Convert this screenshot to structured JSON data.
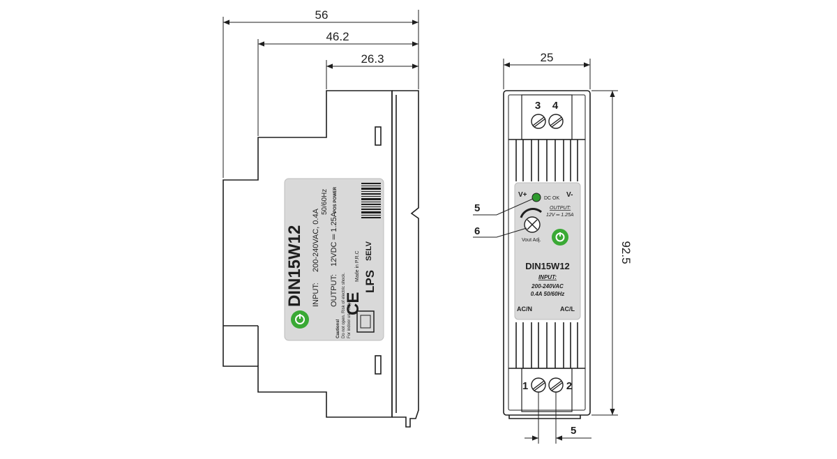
{
  "dimensions": {
    "side_width_total": "56",
    "side_width_mid": "46.2",
    "side_width_front": "26.3",
    "front_width": "25",
    "front_height": "92.5",
    "terminal_pitch": "5"
  },
  "callouts": {
    "led": "5",
    "pot": "6"
  },
  "side_label": {
    "model": "DIN15W12",
    "input": "INPUT:",
    "input_value": "200-240VAC, 0.4A",
    "input_freq": "50/60Hz",
    "output": "OUTPUT:",
    "output_value": "12VDC ═ 1.25A",
    "ce": "CE",
    "lps": "LPS",
    "selv": "SELV",
    "made_in": "Made in P.R.C",
    "caution": "Cautions!",
    "caution_1": "Do not open. Risk of electric shock.",
    "caution_2": "For indoor use only.",
    "brand": "POS POWER"
  },
  "front_label": {
    "v_plus": "V+",
    "v_minus": "V-",
    "dc_ok": "DC OK",
    "output": "OUTPUT:",
    "output_value": "12V ═ 1.25A",
    "vout_adj": "Vout Adj.",
    "model": "DIN15W12",
    "input": "INPUT:",
    "input_value": "200-240VAC",
    "input_freq": "0.4A 50/60Hz",
    "ac_n": "AC/N",
    "ac_l": "AC/L"
  },
  "terminals": {
    "t1": "1",
    "t2": "2",
    "t3": "3",
    "t4": "4"
  },
  "colors": {
    "line": "#1e1e1e",
    "label_bg": "#d9d9d9",
    "logo_green": "#3aa935",
    "led_green": "#2e9a2e"
  }
}
